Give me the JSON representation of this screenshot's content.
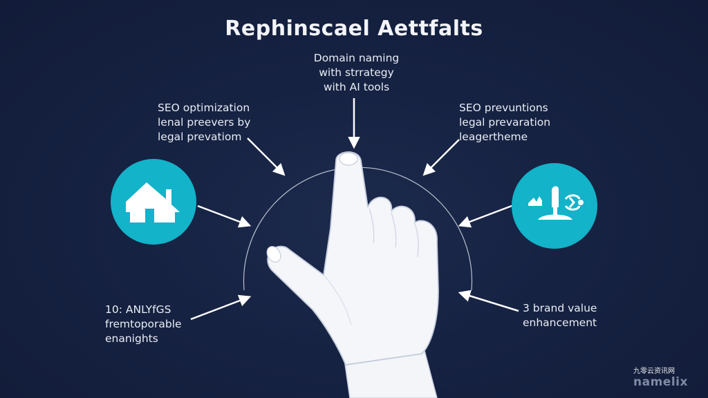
{
  "title": "Rephinscael Aettfalts",
  "labels": {
    "top": [
      "Domain naming",
      "with strrategy",
      "with AI tools"
    ],
    "upper_left": [
      "SEO optimization",
      "lenal preevers by",
      "legal prevatiom"
    ],
    "upper_right": [
      "SEO prevuntions",
      "legal prevaration",
      "leagertheme"
    ],
    "bottom_left": [
      "10: ANLYfGS",
      "fremtoporable",
      "enanights"
    ],
    "bottom_right": [
      "3 brand value",
      "enhancement"
    ]
  },
  "icons": {
    "left": "house-icon",
    "right": "scale-icon",
    "center": "pointing-hand-icon"
  },
  "colors": {
    "background": "#14203f",
    "accent": "#13b3c9",
    "text": "#e9edf4"
  },
  "watermark": {
    "line1": "九零云资讯网",
    "line2": "namelix"
  }
}
